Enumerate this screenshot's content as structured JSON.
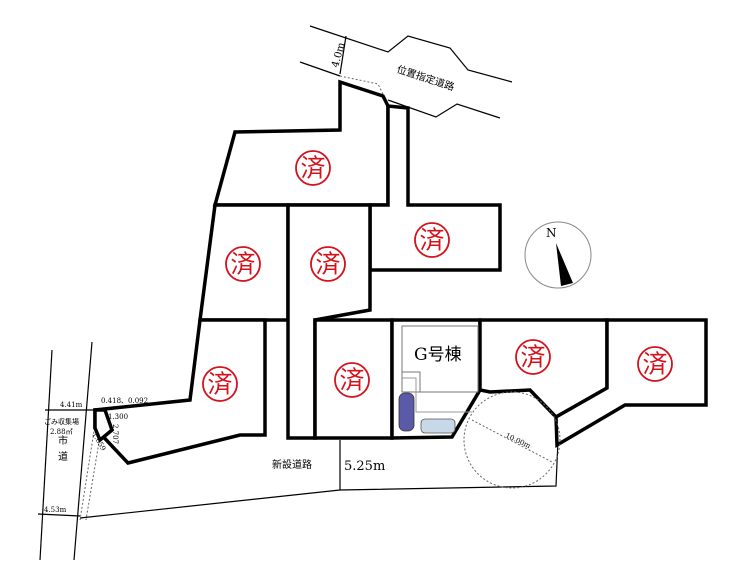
{
  "roads": {
    "designated_road": "位置指定道路",
    "designated_road_width": "4.0m",
    "new_road": "新設道路",
    "new_road_width": "5.25m",
    "city_road": "市道",
    "city_road_width_top": "4.41m",
    "city_road_width_bottom": "4.53m"
  },
  "garbage_area": {
    "label": "ごみ収集場",
    "area": "2.88㎡",
    "dims": [
      "0.418、0.092",
      "1.300",
      "2.707",
      "1.659"
    ]
  },
  "turnaround": {
    "diameter": "10.00m"
  },
  "compass": {
    "label": "N"
  },
  "available_lot": {
    "label": "G号棟"
  },
  "sold_stamp": "済",
  "colors": {
    "stamp": "#d3121b",
    "car1": "#5a5aa8",
    "car2": "#c8d8e8"
  }
}
